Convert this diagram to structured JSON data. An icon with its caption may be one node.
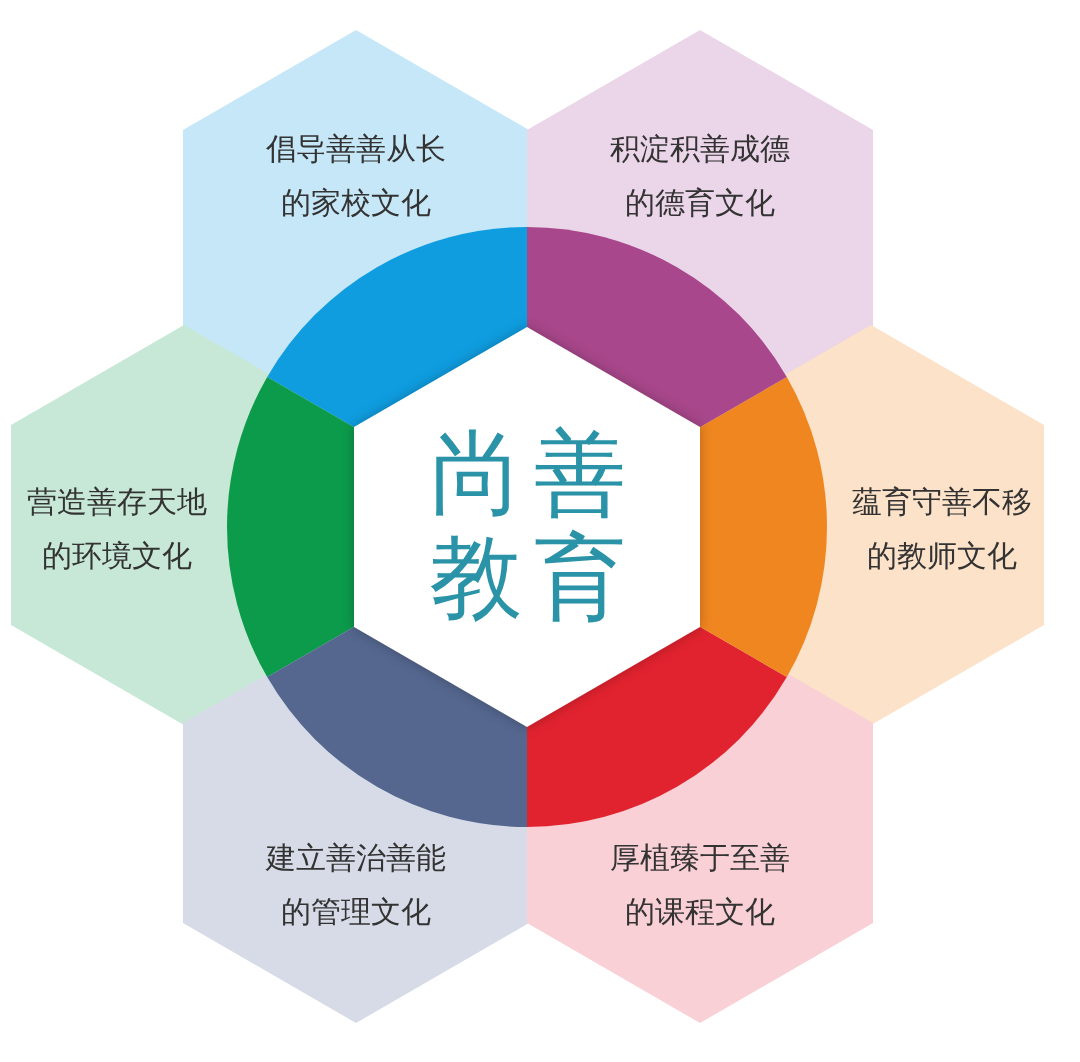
{
  "diagram": {
    "nodes": [
      {
        "text": [
          "倡导善善从长的家校文化"
        ]
      },
      {
        "text": [
          "积淀积善成德的德育文化"
        ]
      },
      {
        "text": [
          "营造善存天地的环境文化"
        ]
      },
      {
        "text": [
          "尚善教育"
        ]
      },
      {
        "text": [
          "蕴育守善不移的教师文化"
        ]
      },
      {
        "text": [
          "建立善治善能的管理文化"
        ]
      },
      {
        "text": [
          "厚植臻于至善的课程文化"
        ]
      }
    ]
  }
}
